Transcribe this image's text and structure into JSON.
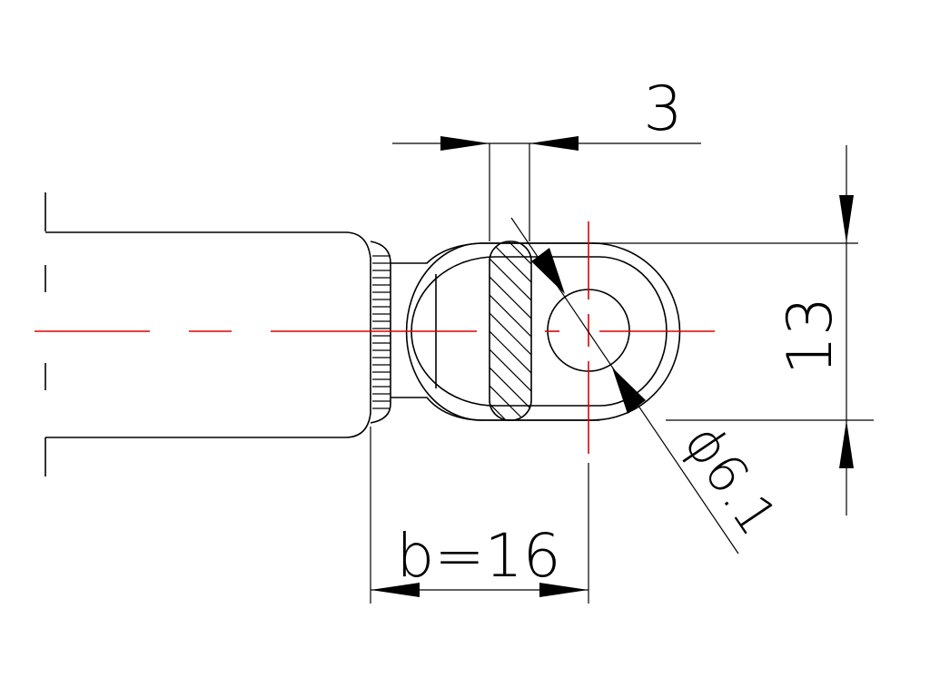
{
  "drawing": {
    "dimensions": {
      "wall_thickness": "3",
      "height": "13",
      "hole_diameter": "ϕ6.1",
      "width_b": "b=16"
    }
  },
  "colors": {
    "outline": "#000000",
    "centerline": "#e00000",
    "background": "#ffffff"
  }
}
